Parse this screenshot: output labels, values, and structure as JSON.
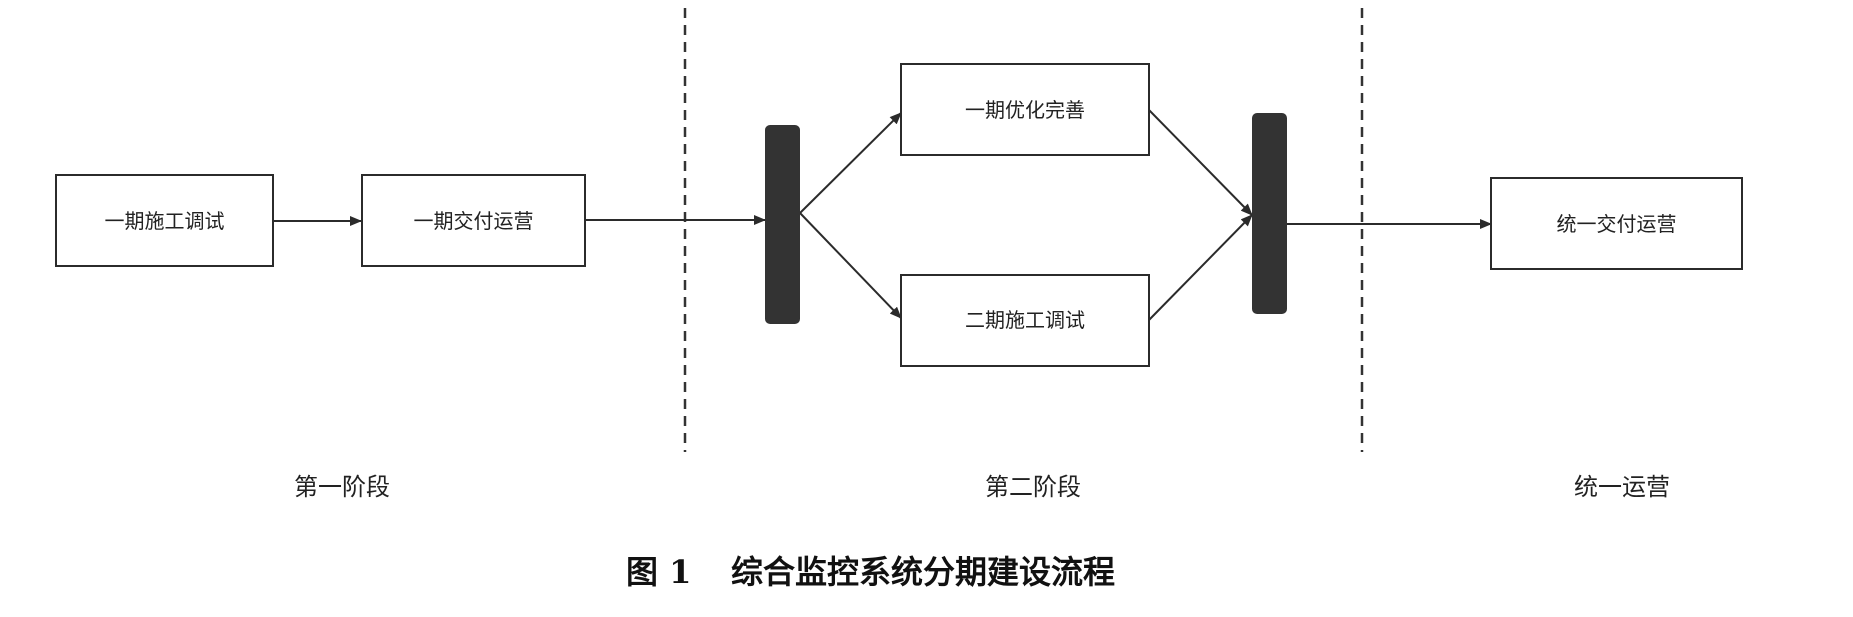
{
  "nodes": {
    "phase1_construction": "一期施工调试",
    "phase1_delivery": "一期交付运营",
    "phase1_optimization": "一期优化完善",
    "phase2_construction": "二期施工调试",
    "unified_delivery": "统一交付运营"
  },
  "stages": {
    "stage1": "第一阶段",
    "stage2": "第二阶段",
    "stage3": "统一运营"
  },
  "caption": {
    "number": "图 1",
    "title": "综合监控系统分期建设流程"
  }
}
